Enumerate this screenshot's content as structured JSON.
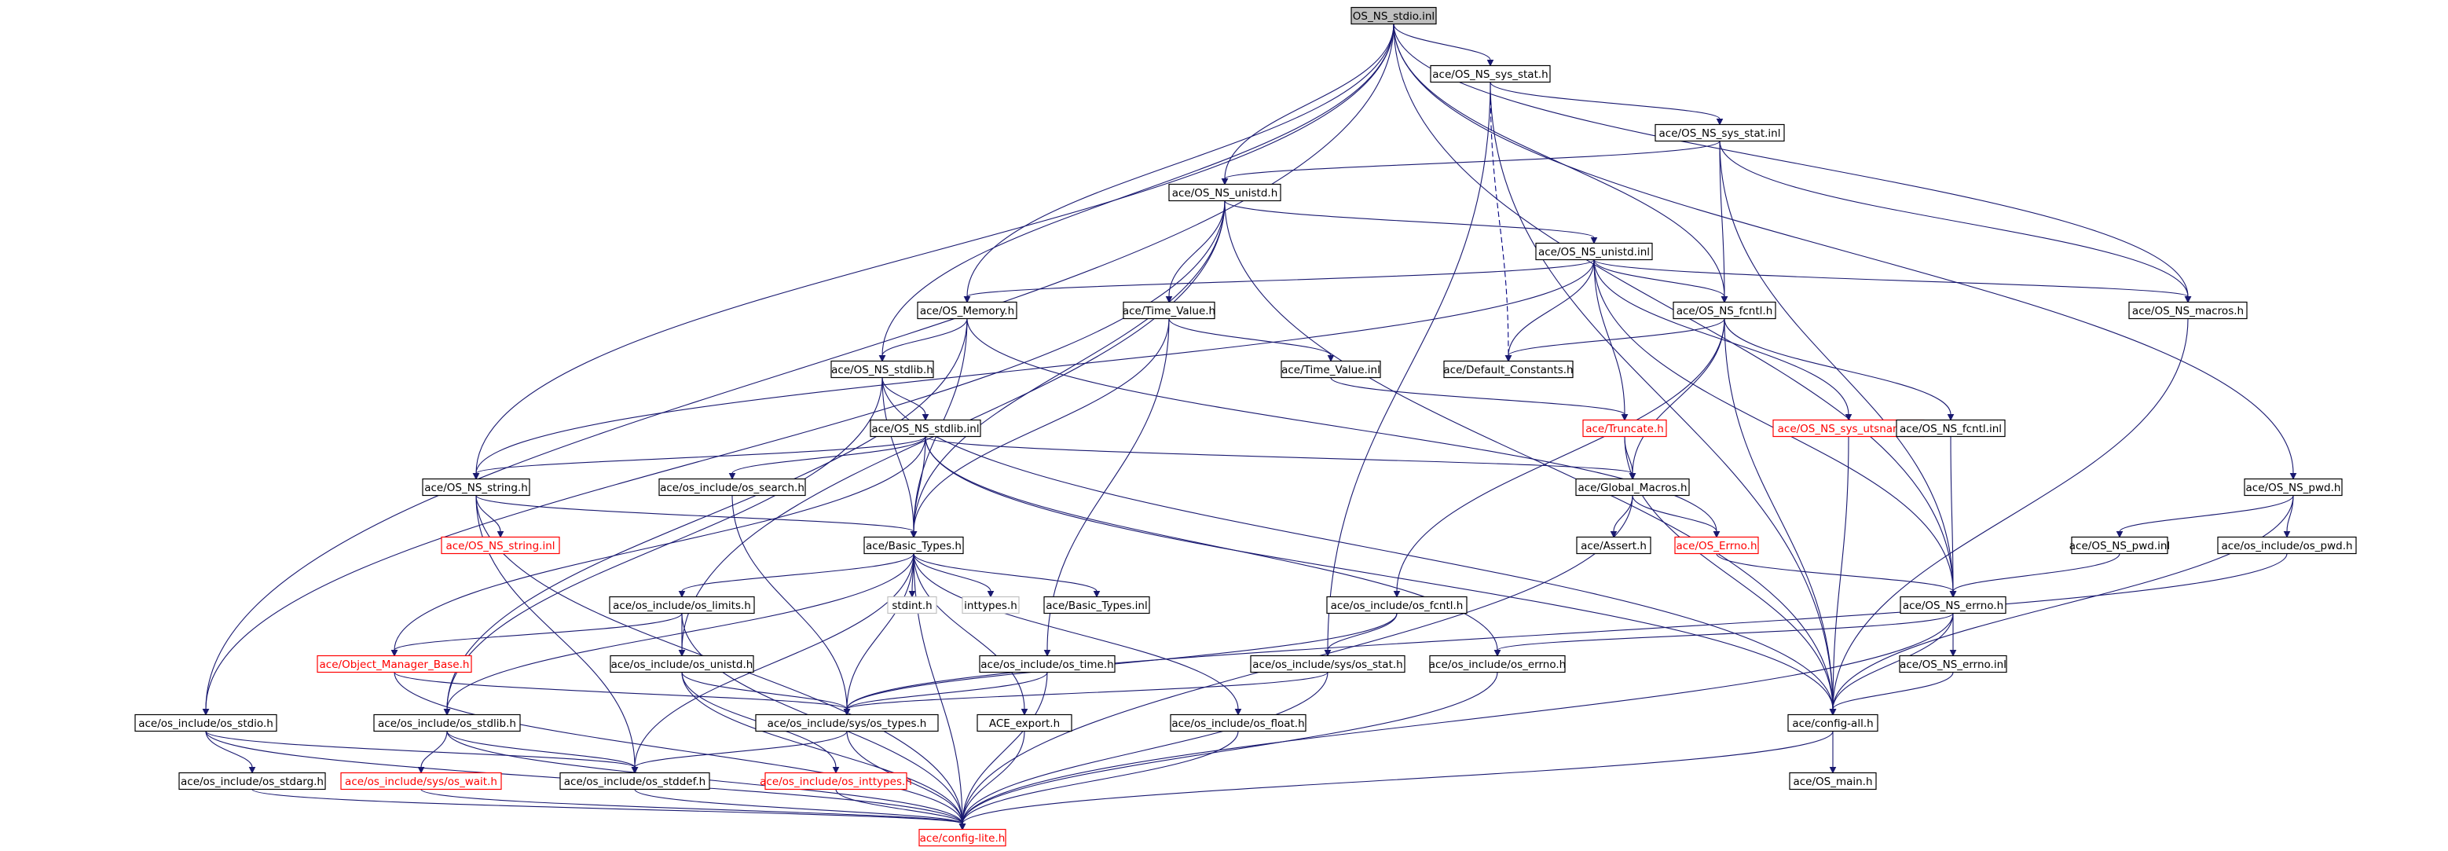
{
  "title": "OS_NS_stdio.inl",
  "colors": {
    "edge": "#191970",
    "root_fill": "#bfbfbf",
    "missing": "#ff0000",
    "unresolved": "#c0c0c0"
  },
  "nodes": [
    {
      "id": "root",
      "label": "OS_NS_stdio.inl",
      "style": "root"
    },
    {
      "id": "sys_stat_h",
      "label": "ace/OS_NS_sys_stat.h",
      "style": "normal"
    },
    {
      "id": "sys_stat_inl",
      "label": "ace/OS_NS_sys_stat.inl",
      "style": "normal"
    },
    {
      "id": "unistd_h",
      "label": "ace/OS_NS_unistd.h",
      "style": "normal"
    },
    {
      "id": "unistd_inl",
      "label": "ace/OS_NS_unistd.inl",
      "style": "normal"
    },
    {
      "id": "memory_h",
      "label": "ace/OS_Memory.h",
      "style": "normal"
    },
    {
      "id": "time_value_h",
      "label": "ace/Time_Value.h",
      "style": "normal"
    },
    {
      "id": "fcntl_h",
      "label": "ace/OS_NS_fcntl.h",
      "style": "normal"
    },
    {
      "id": "macros_h",
      "label": "ace/OS_NS_macros.h",
      "style": "normal"
    },
    {
      "id": "stdlib_h",
      "label": "ace/OS_NS_stdlib.h",
      "style": "normal"
    },
    {
      "id": "time_value_inl",
      "label": "ace/Time_Value.inl",
      "style": "normal"
    },
    {
      "id": "default_constants",
      "label": "ace/Default_Constants.h",
      "style": "normal"
    },
    {
      "id": "stdlib_inl",
      "label": "ace/OS_NS_stdlib.inl",
      "style": "normal"
    },
    {
      "id": "truncate_h",
      "label": "ace/Truncate.h",
      "style": "red"
    },
    {
      "id": "utsname_h",
      "label": "ace/OS_NS_sys_utsname.h",
      "style": "red"
    },
    {
      "id": "fcntl_inl",
      "label": "ace/OS_NS_fcntl.inl",
      "style": "normal"
    },
    {
      "id": "string_h",
      "label": "ace/OS_NS_string.h",
      "style": "normal"
    },
    {
      "id": "os_search_h",
      "label": "ace/os_include/os_search.h",
      "style": "normal"
    },
    {
      "id": "global_macros",
      "label": "ace/Global_Macros.h",
      "style": "normal"
    },
    {
      "id": "pwd_h",
      "label": "ace/OS_NS_pwd.h",
      "style": "normal"
    },
    {
      "id": "string_inl",
      "label": "ace/OS_NS_string.inl",
      "style": "red"
    },
    {
      "id": "basic_types_h",
      "label": "ace/Basic_Types.h",
      "style": "normal"
    },
    {
      "id": "assert_h",
      "label": "ace/Assert.h",
      "style": "normal"
    },
    {
      "id": "os_errno_cap",
      "label": "ace/OS_Errno.h",
      "style": "red"
    },
    {
      "id": "pwd_inl",
      "label": "ace/OS_NS_pwd.inl",
      "style": "normal"
    },
    {
      "id": "os_pwd_h",
      "label": "ace/os_include/os_pwd.h",
      "style": "normal"
    },
    {
      "id": "os_limits",
      "label": "ace/os_include/os_limits.h",
      "style": "normal"
    },
    {
      "id": "stdint",
      "label": "stdint.h",
      "style": "gray"
    },
    {
      "id": "inttypes",
      "label": "inttypes.h",
      "style": "gray"
    },
    {
      "id": "basic_types_inl",
      "label": "ace/Basic_Types.inl",
      "style": "normal"
    },
    {
      "id": "os_fcntl",
      "label": "ace/os_include/os_fcntl.h",
      "style": "normal"
    },
    {
      "id": "errno_h",
      "label": "ace/OS_NS_errno.h",
      "style": "normal"
    },
    {
      "id": "object_manager_base",
      "label": "ace/Object_Manager_Base.h",
      "style": "red"
    },
    {
      "id": "os_unistd",
      "label": "ace/os_include/os_unistd.h",
      "style": "normal"
    },
    {
      "id": "os_time",
      "label": "ace/os_include/os_time.h",
      "style": "normal"
    },
    {
      "id": "os_sys_stat",
      "label": "ace/os_include/sys/os_stat.h",
      "style": "normal"
    },
    {
      "id": "os_errno",
      "label": "ace/os_include/os_errno.h",
      "style": "normal"
    },
    {
      "id": "errno_inl",
      "label": "ace/OS_NS_errno.inl",
      "style": "normal"
    },
    {
      "id": "os_stdio",
      "label": "ace/os_include/os_stdio.h",
      "style": "normal"
    },
    {
      "id": "os_stdlib",
      "label": "ace/os_include/os_stdlib.h",
      "style": "normal"
    },
    {
      "id": "os_sys_types",
      "label": "ace/os_include/sys/os_types.h",
      "style": "normal"
    },
    {
      "id": "ace_export",
      "label": "ACE_export.h",
      "style": "normal"
    },
    {
      "id": "os_float",
      "label": "ace/os_include/os_float.h",
      "style": "normal"
    },
    {
      "id": "config_all",
      "label": "ace/config-all.h",
      "style": "normal"
    },
    {
      "id": "os_stdarg",
      "label": "ace/os_include/os_stdarg.h",
      "style": "normal"
    },
    {
      "id": "os_sys_wait",
      "label": "ace/os_include/sys/os_wait.h",
      "style": "red"
    },
    {
      "id": "os_stddef",
      "label": "ace/os_include/os_stddef.h",
      "style": "normal"
    },
    {
      "id": "os_inttypes",
      "label": "ace/os_include/os_inttypes.h",
      "style": "red"
    },
    {
      "id": "os_main",
      "label": "ace/OS_main.h",
      "style": "normal"
    },
    {
      "id": "config_lite",
      "label": "ace/config-lite.h",
      "style": "red"
    }
  ],
  "edges": [
    {
      "from": "root",
      "to": "sys_stat_h"
    },
    {
      "from": "root",
      "to": "unistd_h"
    },
    {
      "from": "root",
      "to": "memory_h"
    },
    {
      "from": "root",
      "to": "stdlib_h"
    },
    {
      "from": "root",
      "to": "string_h"
    },
    {
      "from": "root",
      "to": "fcntl_h"
    },
    {
      "from": "root",
      "to": "macros_h"
    },
    {
      "from": "root",
      "to": "pwd_h"
    },
    {
      "from": "root",
      "to": "errno_h"
    },
    {
      "from": "root",
      "to": "os_stdio"
    },
    {
      "from": "sys_stat_h",
      "to": "sys_stat_inl"
    },
    {
      "from": "sys_stat_h",
      "to": "default_constants",
      "dashed": true
    },
    {
      "from": "sys_stat_h",
      "to": "os_sys_stat"
    },
    {
      "from": "sys_stat_h",
      "to": "config_all"
    },
    {
      "from": "sys_stat_inl",
      "to": "unistd_h"
    },
    {
      "from": "sys_stat_inl",
      "to": "fcntl_h"
    },
    {
      "from": "sys_stat_inl",
      "to": "macros_h"
    },
    {
      "from": "sys_stat_inl",
      "to": "errno_h"
    },
    {
      "from": "unistd_h",
      "to": "unistd_inl"
    },
    {
      "from": "unistd_h",
      "to": "time_value_h"
    },
    {
      "from": "unistd_h",
      "to": "basic_types_h"
    },
    {
      "from": "unistd_h",
      "to": "os_unistd"
    },
    {
      "from": "unistd_h",
      "to": "os_stdio"
    },
    {
      "from": "unistd_h",
      "to": "config_all"
    },
    {
      "from": "unistd_inl",
      "to": "memory_h"
    },
    {
      "from": "unistd_inl",
      "to": "fcntl_h"
    },
    {
      "from": "unistd_inl",
      "to": "macros_h"
    },
    {
      "from": "unistd_inl",
      "to": "default_constants"
    },
    {
      "from": "unistd_inl",
      "to": "truncate_h"
    },
    {
      "from": "unistd_inl",
      "to": "utsname_h"
    },
    {
      "from": "unistd_inl",
      "to": "string_h"
    },
    {
      "from": "unistd_inl",
      "to": "errno_h"
    },
    {
      "from": "memory_h",
      "to": "stdlib_h"
    },
    {
      "from": "memory_h",
      "to": "basic_types_h"
    },
    {
      "from": "memory_h",
      "to": "os_errno_cap"
    },
    {
      "from": "memory_h",
      "to": "os_stdlib"
    },
    {
      "from": "time_value_h",
      "to": "time_value_inl"
    },
    {
      "from": "time_value_h",
      "to": "basic_types_h"
    },
    {
      "from": "time_value_h",
      "to": "os_time"
    },
    {
      "from": "time_value_inl",
      "to": "truncate_h"
    },
    {
      "from": "fcntl_h",
      "to": "default_constants"
    },
    {
      "from": "fcntl_h",
      "to": "fcntl_inl"
    },
    {
      "from": "fcntl_h",
      "to": "global_macros"
    },
    {
      "from": "fcntl_h",
      "to": "os_fcntl"
    },
    {
      "from": "fcntl_h",
      "to": "config_all"
    },
    {
      "from": "macros_h",
      "to": "config_all"
    },
    {
      "from": "stdlib_h",
      "to": "stdlib_inl"
    },
    {
      "from": "stdlib_h",
      "to": "basic_types_h"
    },
    {
      "from": "stdlib_h",
      "to": "os_stdlib"
    },
    {
      "from": "stdlib_h",
      "to": "config_all"
    },
    {
      "from": "stdlib_inl",
      "to": "string_h"
    },
    {
      "from": "stdlib_inl",
      "to": "os_search_h"
    },
    {
      "from": "stdlib_inl",
      "to": "global_macros"
    },
    {
      "from": "stdlib_inl",
      "to": "object_manager_base"
    },
    {
      "from": "stdlib_inl",
      "to": "basic_types_h"
    },
    {
      "from": "stdlib_inl",
      "to": "os_errno"
    },
    {
      "from": "stdlib_inl",
      "to": "config_all"
    },
    {
      "from": "truncate_h",
      "to": "global_macros"
    },
    {
      "from": "truncate_h",
      "to": "config_all"
    },
    {
      "from": "utsname_h",
      "to": "config_all"
    },
    {
      "from": "fcntl_inl",
      "to": "errno_h"
    },
    {
      "from": "string_h",
      "to": "string_inl"
    },
    {
      "from": "string_h",
      "to": "basic_types_h"
    },
    {
      "from": "string_h",
      "to": "os_stddef"
    },
    {
      "from": "string_h",
      "to": "config_lite"
    },
    {
      "from": "os_search_h",
      "to": "os_sys_types"
    },
    {
      "from": "global_macros",
      "to": "assert_h"
    },
    {
      "from": "global_macros",
      "to": "os_errno_cap"
    },
    {
      "from": "global_macros",
      "to": "config_lite"
    },
    {
      "from": "os_errno_cap",
      "to": "errno_h"
    },
    {
      "from": "pwd_h",
      "to": "pwd_inl"
    },
    {
      "from": "pwd_h",
      "to": "os_pwd_h"
    },
    {
      "from": "pwd_h",
      "to": "config_all"
    },
    {
      "from": "pwd_inl",
      "to": "errno_h"
    },
    {
      "from": "os_pwd_h",
      "to": "os_sys_types"
    },
    {
      "from": "basic_types_h",
      "to": "os_limits"
    },
    {
      "from": "basic_types_h",
      "to": "stdint"
    },
    {
      "from": "basic_types_h",
      "to": "inttypes"
    },
    {
      "from": "basic_types_h",
      "to": "basic_types_inl"
    },
    {
      "from": "basic_types_h",
      "to": "os_sys_types"
    },
    {
      "from": "basic_types_h",
      "to": "ace_export"
    },
    {
      "from": "basic_types_h",
      "to": "os_float"
    },
    {
      "from": "basic_types_h",
      "to": "os_stddef"
    },
    {
      "from": "basic_types_h",
      "to": "os_stdlib"
    },
    {
      "from": "basic_types_h",
      "to": "config_lite"
    },
    {
      "from": "os_limits",
      "to": "os_unistd"
    },
    {
      "from": "os_limits",
      "to": "object_manager_base"
    },
    {
      "from": "os_limits",
      "to": "config_lite"
    },
    {
      "from": "os_fcntl",
      "to": "os_sys_stat"
    },
    {
      "from": "os_fcntl",
      "to": "os_sys_types"
    },
    {
      "from": "errno_h",
      "to": "errno_inl"
    },
    {
      "from": "errno_h",
      "to": "os_errno"
    },
    {
      "from": "errno_h",
      "to": "config_all"
    },
    {
      "from": "errno_h",
      "to": "config_lite"
    },
    {
      "from": "errno_inl",
      "to": "config_all"
    },
    {
      "from": "object_manager_base",
      "to": "os_sys_types"
    },
    {
      "from": "object_manager_base",
      "to": "config_lite"
    },
    {
      "from": "os_unistd",
      "to": "os_sys_types"
    },
    {
      "from": "os_unistd",
      "to": "os_inttypes"
    },
    {
      "from": "os_unistd",
      "to": "config_lite"
    },
    {
      "from": "os_time",
      "to": "os_sys_types"
    },
    {
      "from": "os_time",
      "to": "config_lite"
    },
    {
      "from": "os_sys_stat",
      "to": "os_sys_types"
    },
    {
      "from": "os_sys_stat",
      "to": "config_lite"
    },
    {
      "from": "os_errno",
      "to": "config_lite"
    },
    {
      "from": "os_stdio",
      "to": "os_stdarg"
    },
    {
      "from": "os_stdio",
      "to": "os_stddef"
    },
    {
      "from": "os_stdio",
      "to": "config_lite"
    },
    {
      "from": "os_stdlib",
      "to": "os_sys_wait"
    },
    {
      "from": "os_stdlib",
      "to": "os_stddef"
    },
    {
      "from": "os_stdlib",
      "to": "config_lite"
    },
    {
      "from": "os_sys_types",
      "to": "os_stddef"
    },
    {
      "from": "os_sys_types",
      "to": "config_lite"
    },
    {
      "from": "ace_export",
      "to": "config_lite"
    },
    {
      "from": "os_float",
      "to": "config_lite"
    },
    {
      "from": "config_all",
      "to": "os_main"
    },
    {
      "from": "config_all",
      "to": "config_lite"
    },
    {
      "from": "os_stdarg",
      "to": "config_lite"
    },
    {
      "from": "os_sys_wait",
      "to": "config_lite"
    },
    {
      "from": "os_stddef",
      "to": "config_lite"
    },
    {
      "from": "os_inttypes",
      "to": "config_lite"
    }
  ]
}
